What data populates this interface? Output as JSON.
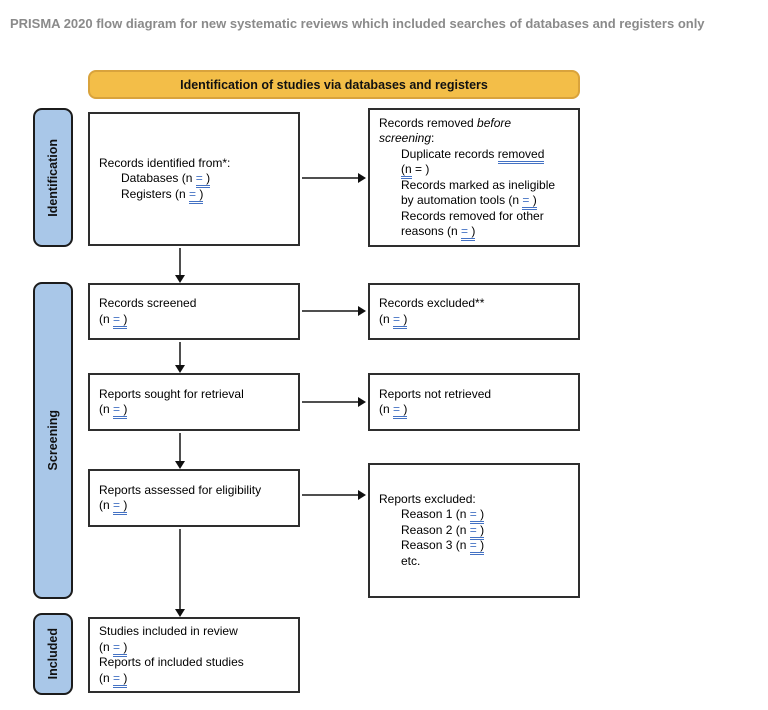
{
  "page": {
    "title": "PRISMA 2020 flow diagram for new systematic reviews which included searches of databases and registers only"
  },
  "banner": {
    "label": "Identification of studies via databases and registers"
  },
  "sidebar": {
    "identification": "Identification",
    "screening": "Screening",
    "included": "Included"
  },
  "field": {
    "eq": "=",
    "close": " )"
  },
  "boxes": {
    "records_identified": {
      "title": "Records identified from*:",
      "item1": "Databases (n ",
      "item2": "Registers (n "
    },
    "records_removed": {
      "title_plain": "Records removed ",
      "title_italic_1": "before",
      "title_italic_2": "screening",
      "title_colon": ":",
      "item1_pre": "Duplicate records ",
      "item1_suggest": "removed",
      "item1_line2_suggest": "(n",
      "item1_line2_rest": " = )",
      "item2_line1": "Records marked as ineligible",
      "item2_line2": "by automation tools (n ",
      "item3_line1": "Records removed for other",
      "item3_line2": "reasons (n "
    },
    "records_screened": {
      "title": "Records screened",
      "n_open": "(n "
    },
    "records_excluded": {
      "title": "Records excluded**",
      "n_open": "(n "
    },
    "reports_sought": {
      "title": "Reports sought for retrieval",
      "n_open": "(n "
    },
    "reports_not_retrieved": {
      "title": "Reports not retrieved",
      "n_open": "(n "
    },
    "reports_assessed": {
      "title": "Reports assessed for eligibility",
      "n_open": "(n "
    },
    "reports_excluded": {
      "title": "Reports excluded:",
      "item1": "Reason 1 (n ",
      "item2": "Reason 2 (n ",
      "item3": "Reason 3 (n ",
      "item4": "etc."
    },
    "studies_included": {
      "line1": "Studies included in review",
      "n_open1": "(n ",
      "line2": "Reports of included studies",
      "n_open2": "(n "
    }
  },
  "colors": {
    "banner_fill": "#F3BE48",
    "banner_border": "#D9A33C",
    "sidebar_fill": "#A9C7E8",
    "field_blue": "#4472C4",
    "title_gray": "#8A8A8A",
    "box_border": "#2E2E2E"
  }
}
